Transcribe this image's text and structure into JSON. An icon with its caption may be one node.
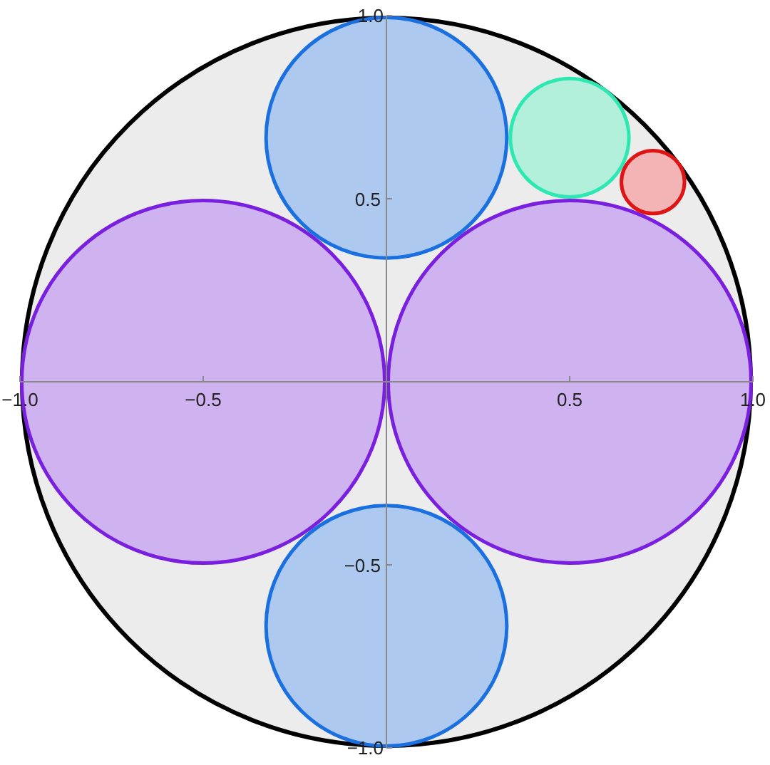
{
  "diagram": {
    "labels": [
      "1.0",
      "0.5",
      "−1.0",
      "−0.5",
      "0.5",
      "1.0",
      "−0.5",
      "−1.0"
    ]
  }
}
